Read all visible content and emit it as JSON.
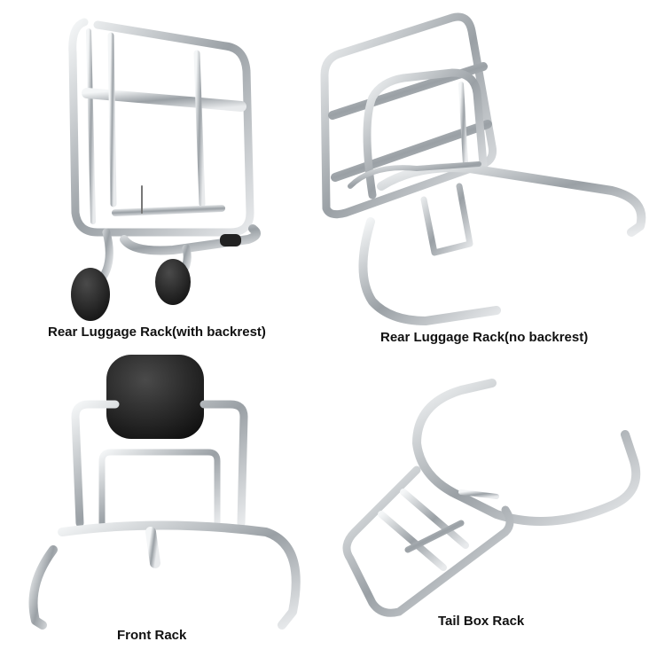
{
  "products": [
    {
      "label": "Rear Luggage Rack(with backrest)",
      "image": "chrome-rear-rack-with-rubber-feet"
    },
    {
      "label": "Rear Luggage Rack(no backrest)",
      "image": "chrome-folding-rear-rack"
    },
    {
      "label": "Front Rack",
      "image": "chrome-front-rack-with-black-backrest"
    },
    {
      "label": "Tail Box Rack",
      "image": "chrome-tail-box-rack"
    }
  ],
  "colors": {
    "background": "#ffffff",
    "chrome": "#cfd3d6",
    "chrome_dark": "#6b7075",
    "backrest": "#1c1c1c"
  }
}
